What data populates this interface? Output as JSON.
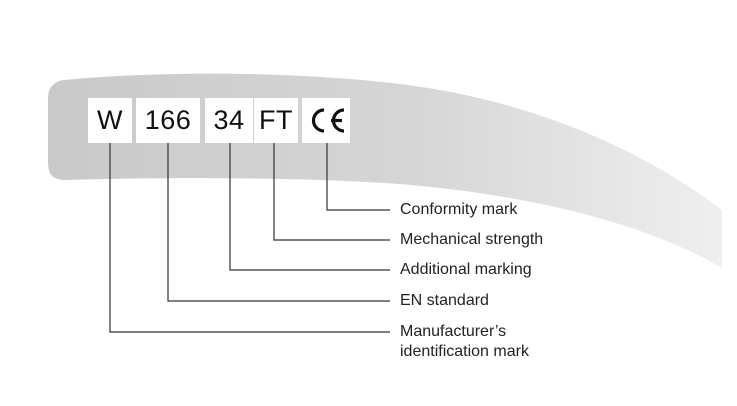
{
  "marking": {
    "manufacturer": "W",
    "standard": "166",
    "additional": "34",
    "strength": "FT",
    "conformity_symbol": "CE"
  },
  "callouts": {
    "conformity": "Conformity mark",
    "mechanical": "Mechanical strength",
    "additional": "Additional marking",
    "standard": "EN standard",
    "manufacturer_line1": "Manufacturer’s",
    "manufacturer_line2": "identification mark"
  },
  "colors": {
    "frame_gradient_start": "#c9c9c9",
    "frame_gradient_end": "#eeeeee",
    "leader_line": "#333333",
    "text": "#222222"
  }
}
